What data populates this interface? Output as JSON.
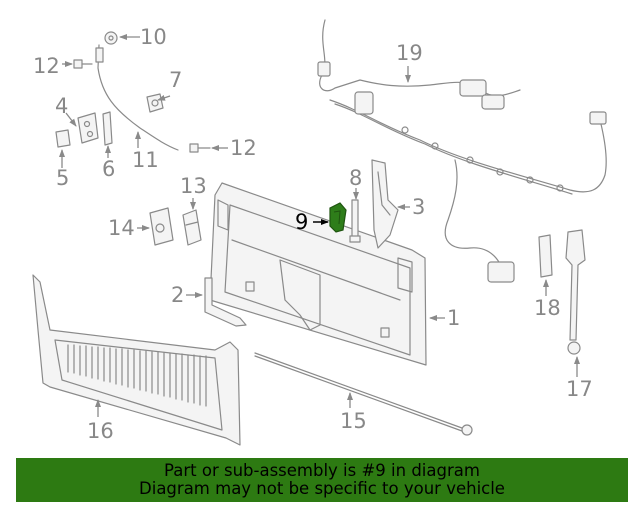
{
  "diagram": {
    "highlighted_part": "9",
    "highlight_color": "#2e7d1a",
    "callouts": {
      "c1": "1",
      "c2": "2",
      "c3": "3",
      "c4": "4",
      "c5": "5",
      "c6": "6",
      "c7": "7",
      "c8": "8",
      "c9": "9",
      "c10": "10",
      "c11": "11",
      "c12a": "12",
      "c12b": "12",
      "c13": "13",
      "c14": "14",
      "c15": "15",
      "c16": "16",
      "c17": "17",
      "c18": "18",
      "c19": "19"
    }
  },
  "banner": {
    "background": "#2d7a12",
    "line1": "Part or sub-assembly is #9 in diagram",
    "line2": "Diagram may not be specific to your vehicle"
  }
}
